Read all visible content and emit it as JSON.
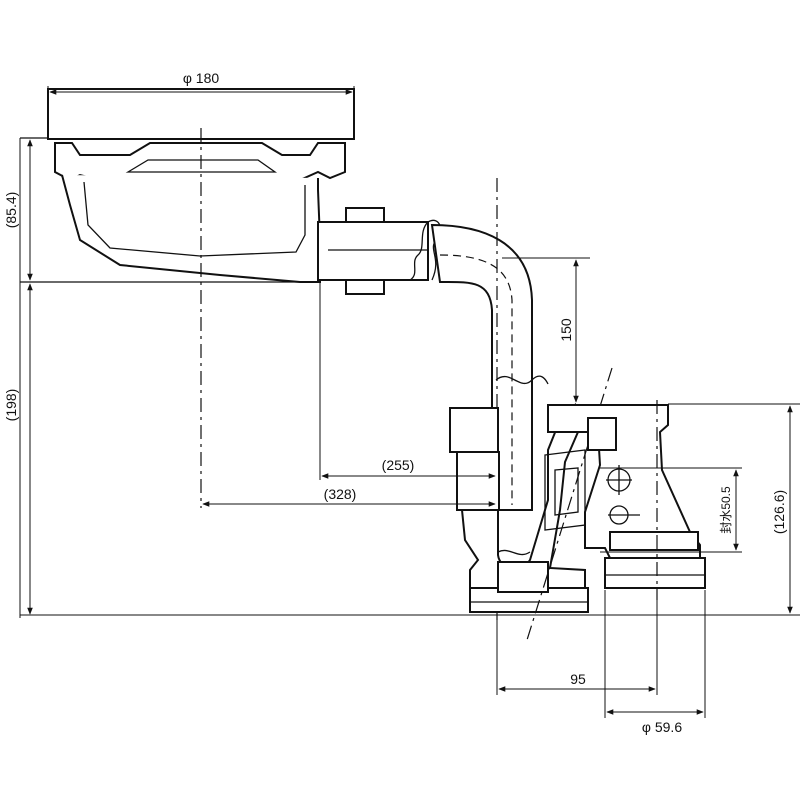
{
  "drawing": {
    "dimensions": {
      "basket_diameter": "φ 180",
      "basket_height": "(85.4)",
      "total_height": "(198)",
      "trap_height": "150",
      "outlet_height": "(126.6)",
      "seal_depth": "封水50.5",
      "offset_inner": "(255)",
      "offset_outer": "(328)",
      "outlet_offset": "95",
      "outlet_diameter": "φ 59.6"
    }
  }
}
